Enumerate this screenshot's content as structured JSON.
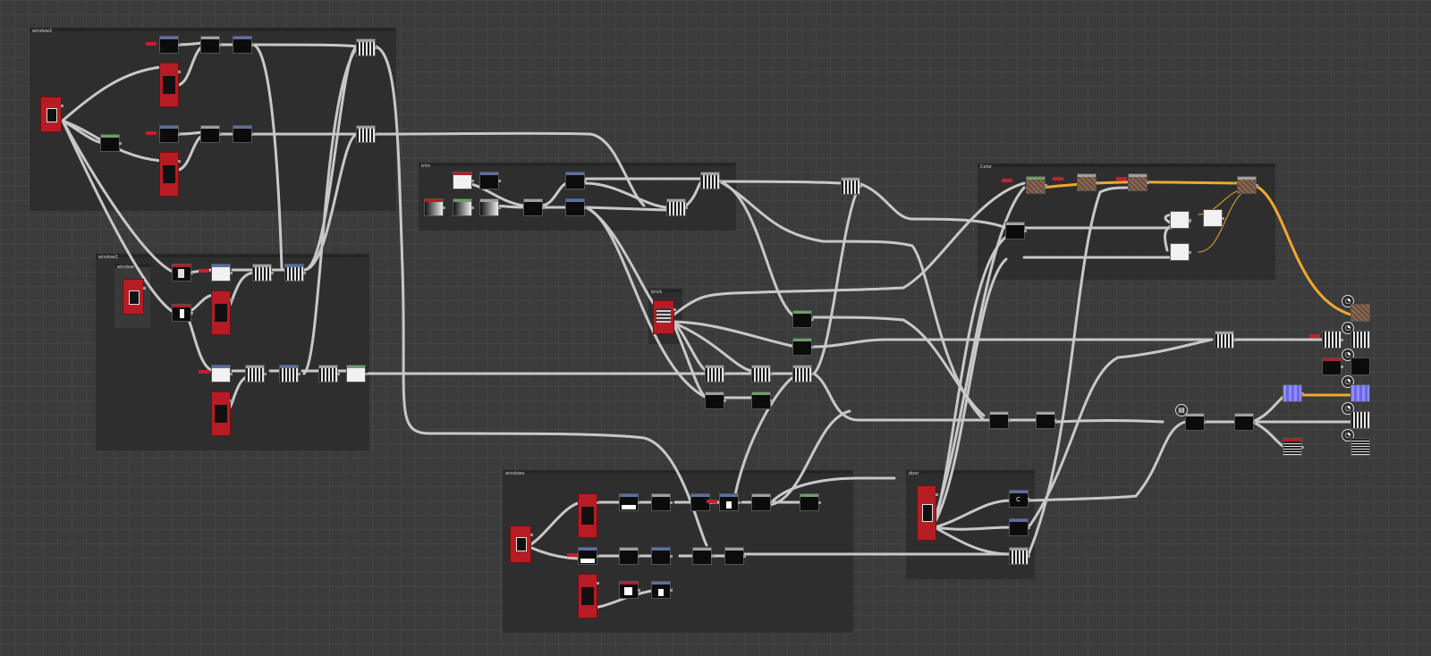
{
  "graph": {
    "frames": [
      {
        "id": "f1",
        "title": "window2"
      },
      {
        "id": "f2",
        "title": "window1"
      },
      {
        "id": "f3",
        "title": "window"
      },
      {
        "id": "f4",
        "title": "trim"
      },
      {
        "id": "f5",
        "title": "brick"
      },
      {
        "id": "f6",
        "title": "windows"
      },
      {
        "id": "f7",
        "title": "door"
      },
      {
        "id": "f8",
        "title": "Color"
      }
    ]
  },
  "node_labels": {
    "door_c": "C"
  },
  "colors": {
    "background": "#3b3b3b",
    "frame": "#2e2e2e",
    "wire": "#c8c8c8",
    "highlight_wire": "#f0a830",
    "node_red": "#b71c24",
    "header_blue": "#5a6fa8",
    "header_green": "#6aa06a",
    "header_gray": "#a0a0a0"
  },
  "icons": [
    "output-icon",
    "port-icon",
    "node-thumbnail-icon"
  ]
}
